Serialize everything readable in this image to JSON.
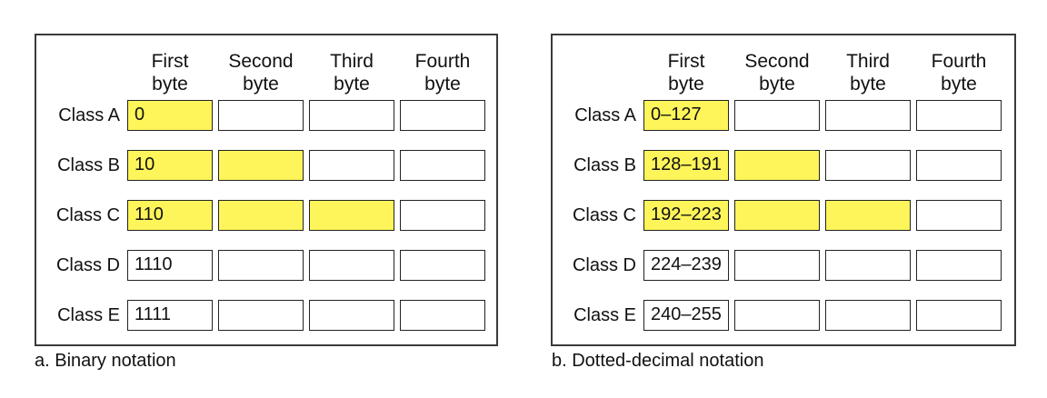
{
  "panels": [
    {
      "caption": "a. Binary notation",
      "columns": [
        "First\nbyte",
        "Second\nbyte",
        "Third\nbyte",
        "Fourth\nbyte"
      ],
      "rows": [
        {
          "label": "Class A",
          "first": "0",
          "shaded": 1
        },
        {
          "label": "Class B",
          "first": "10",
          "shaded": 2
        },
        {
          "label": "Class C",
          "first": "110",
          "shaded": 3
        },
        {
          "label": "Class D",
          "first": "1110",
          "shaded": 0
        },
        {
          "label": "Class E",
          "first": "1111",
          "shaded": 0
        }
      ]
    },
    {
      "caption": "b. Dotted-decimal notation",
      "columns": [
        "First\nbyte",
        "Second\nbyte",
        "Third\nbyte",
        "Fourth\nbyte"
      ],
      "rows": [
        {
          "label": "Class A",
          "first": "0–127",
          "shaded": 1
        },
        {
          "label": "Class B",
          "first": "128–191",
          "shaded": 2
        },
        {
          "label": "Class C",
          "first": "192–223",
          "shaded": 3
        },
        {
          "label": "Class D",
          "first": "224–239",
          "shaded": 0
        },
        {
          "label": "Class E",
          "first": "240–255",
          "shaded": 0
        }
      ]
    }
  ],
  "colors": {
    "highlight": "#fdf55a",
    "border": "#222222"
  }
}
